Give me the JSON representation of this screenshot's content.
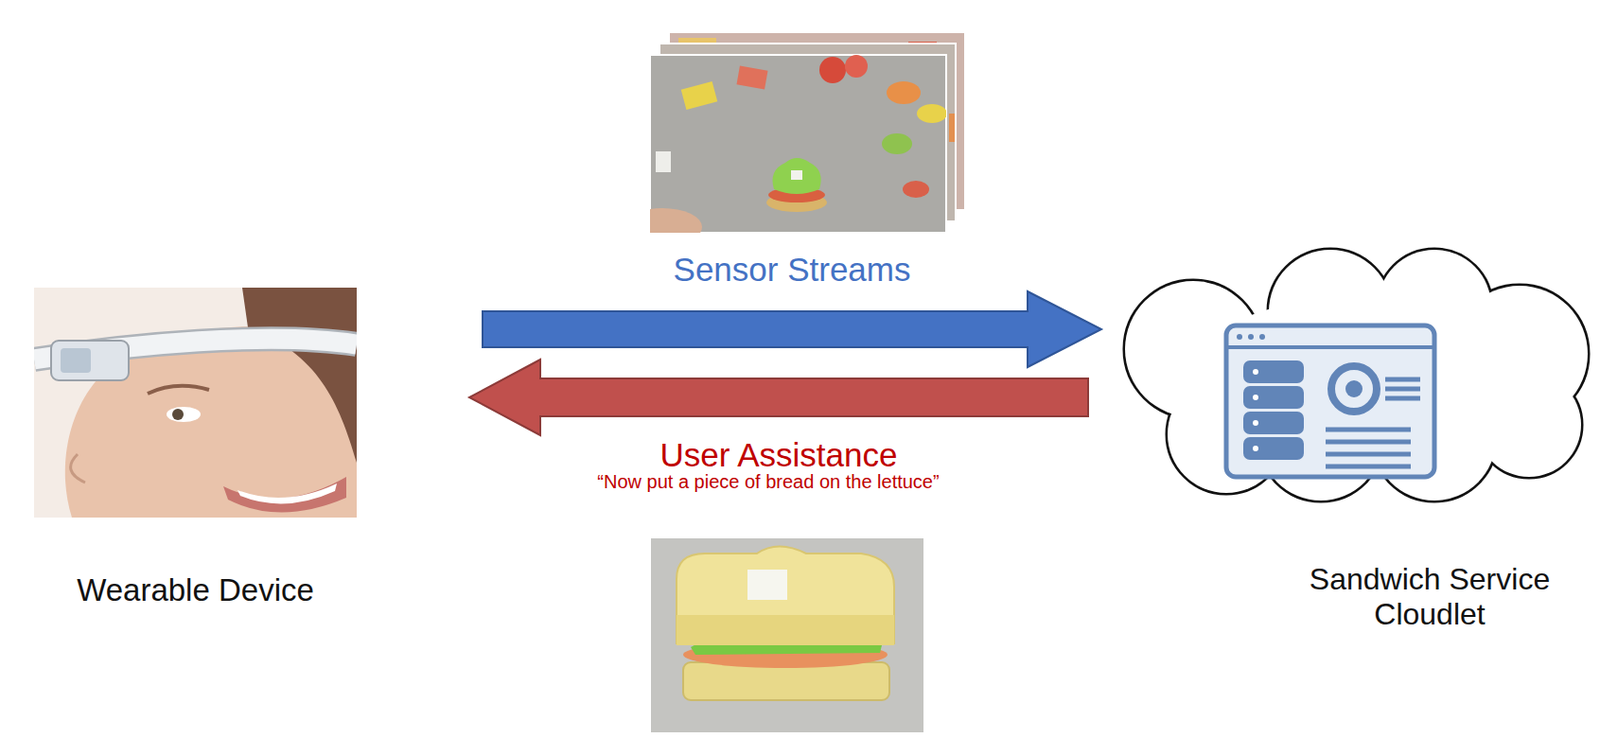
{
  "diagram": {
    "nodes": [
      {
        "text": [
          "Wearable Device"
        ]
      },
      {
        "text": [
          "Sandwich Service Cloudlet"
        ]
      }
    ],
    "edges": [
      {
        "from": 0,
        "to": 1,
        "arrow": "to",
        "label": "Sensor Streams"
      },
      {
        "from": 1,
        "to": 0,
        "arrow": "to",
        "label": "User Assistance"
      }
    ],
    "labels": [
      "“Now put a piece of bread on the lettuce”"
    ]
  }
}
